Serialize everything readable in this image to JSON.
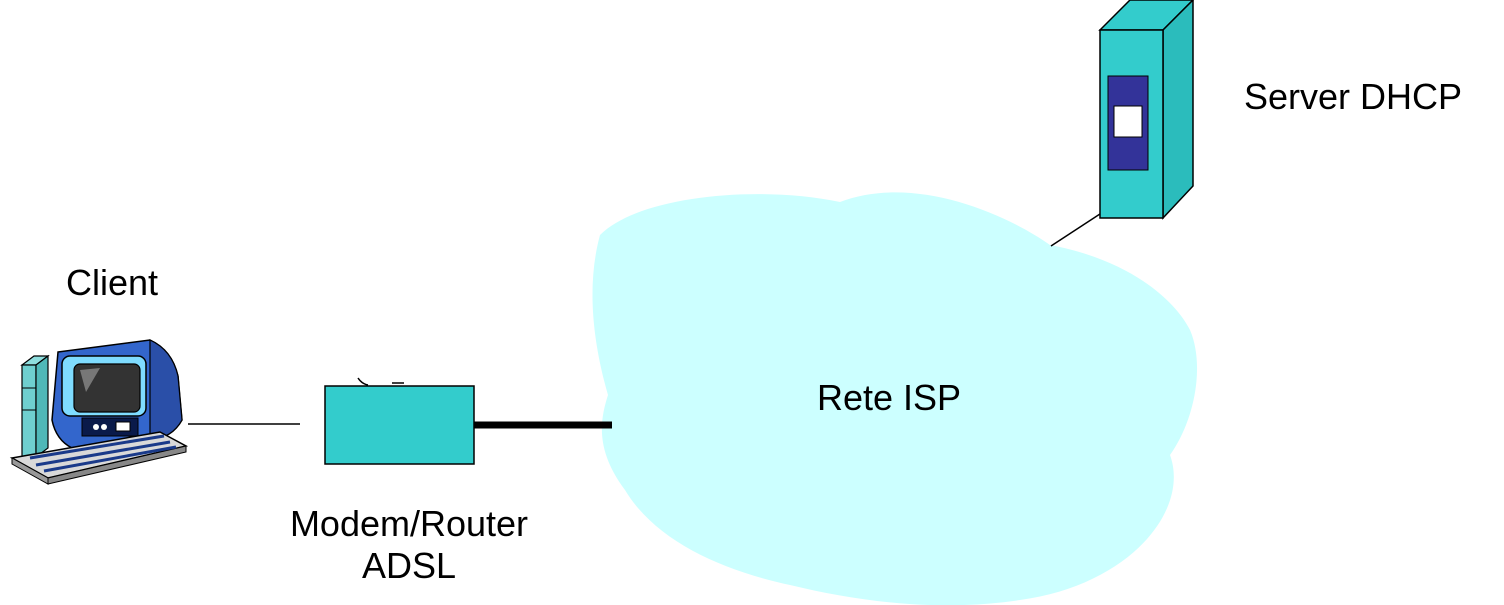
{
  "nodes": {
    "client": {
      "label": "Client",
      "icon": "desktop-computer-icon"
    },
    "modem": {
      "label_line1": "Modem/Router",
      "label_line2": "ADSL"
    },
    "isp": {
      "label": "Rete ISP"
    },
    "server": {
      "label": "Server DHCP",
      "icon": "server-tower-icon"
    }
  },
  "colors": {
    "cloud_fill": "#ccffff",
    "device_fill": "#33cccc",
    "server_panel": "#333399",
    "monitor_blue": "#3366cc"
  }
}
